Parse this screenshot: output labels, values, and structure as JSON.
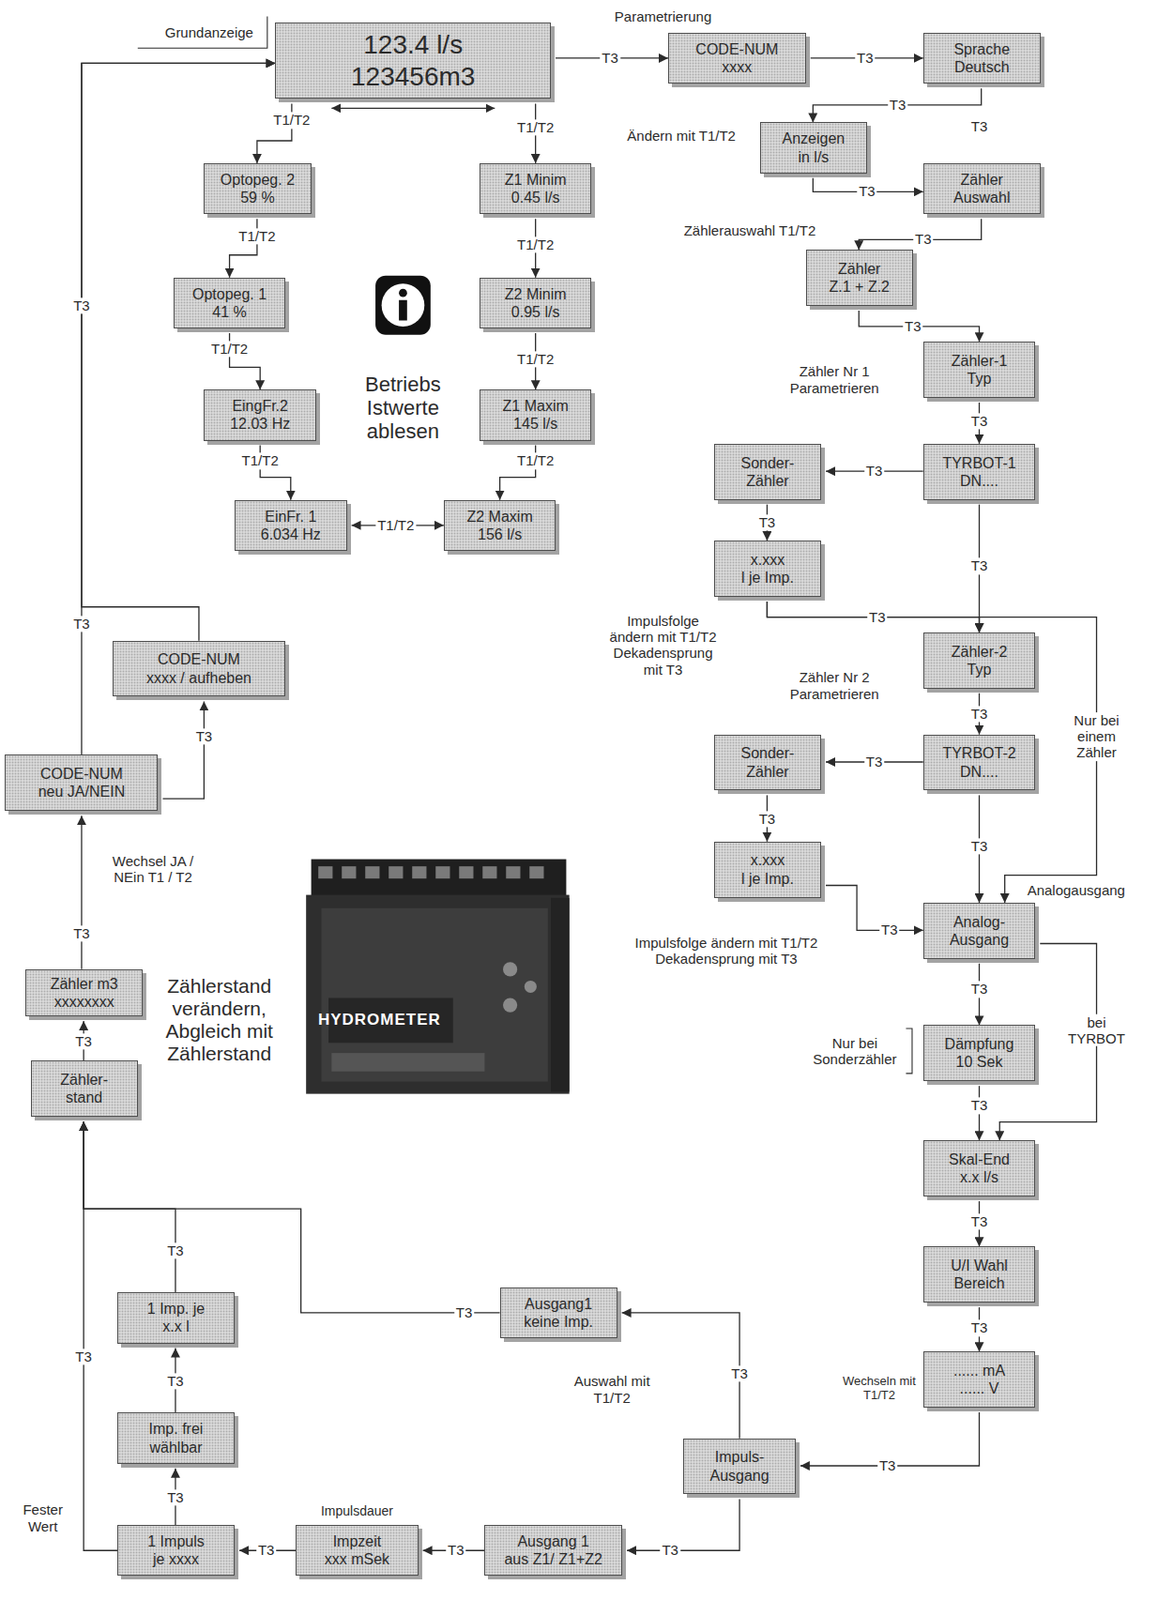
{
  "diagram": {
    "nodes": [
      {
        "text": [
          "123.4 l/s",
          "123456m3"
        ]
      },
      {
        "text": [
          "Optopeg. 2",
          "59 %"
        ]
      },
      {
        "text": [
          "Optopeg. 1",
          "41 %"
        ]
      },
      {
        "text": [
          "EingFr.2",
          "12.03 Hz"
        ]
      },
      {
        "text": [
          "EinFr. 1",
          "6.034 Hz"
        ]
      },
      {
        "text": [
          "Z1 Minim",
          "0.45 l/s"
        ]
      },
      {
        "text": [
          "Z2 Minim",
          "0.95 l/s"
        ]
      },
      {
        "text": [
          "Z1 Maxim",
          "145 l/s"
        ]
      },
      {
        "text": [
          "Z2 Maxim",
          "156 l/s"
        ]
      },
      {
        "text": [
          "CODE-NUM",
          "xxxx"
        ]
      },
      {
        "text": [
          "Sprache",
          "Deutsch"
        ]
      },
      {
        "text": [
          "Anzeigen",
          "in l/s"
        ]
      },
      {
        "text": [
          "Zähler",
          "Auswahl"
        ]
      },
      {
        "text": [
          "Zähler",
          "Z.1 + Z.2"
        ]
      },
      {
        "text": [
          "Zähler-1",
          "Typ"
        ]
      },
      {
        "text": [
          "TYRBOT-1",
          "DN...."
        ]
      },
      {
        "text": [
          "Sonder-",
          "Zähler"
        ]
      },
      {
        "text": [
          "x.xxx",
          "l je Imp."
        ]
      },
      {
        "text": [
          "Zähler-2",
          "Typ"
        ]
      },
      {
        "text": [
          "TYRBOT-2",
          "DN...."
        ]
      },
      {
        "text": [
          "Sonder-",
          "Zähler"
        ]
      },
      {
        "text": [
          "x.xxx",
          "l je Imp."
        ]
      },
      {
        "text": [
          "Analog-",
          "Ausgang"
        ]
      },
      {
        "text": [
          "Dämpfung",
          "10 Sek"
        ]
      },
      {
        "text": [
          "Skal-End",
          "x.x l/s"
        ]
      },
      {
        "text": [
          "U/I Wahl",
          "Bereich"
        ]
      },
      {
        "text": [
          "...... mA",
          "...... V"
        ]
      },
      {
        "text": [
          "Impuls-",
          "Ausgang"
        ]
      },
      {
        "text": [
          "Ausgang1",
          "keine Imp."
        ]
      },
      {
        "text": [
          "Ausgang 1",
          "aus Z1/ Z1+Z2"
        ]
      },
      {
        "text": [
          "Impzeit",
          "xxx mSek"
        ]
      },
      {
        "text": [
          "1 Impuls",
          "je xxxx"
        ]
      },
      {
        "text": [
          "Imp. frei",
          "wählbar"
        ]
      },
      {
        "text": [
          "1 Imp. je",
          "x.x l"
        ]
      },
      {
        "text": [
          "Zähler-",
          "stand"
        ]
      },
      {
        "text": [
          "Zähler m3",
          "xxxxxxxx"
        ]
      },
      {
        "text": [
          "CODE-NUM",
          "neu JA/NEIN"
        ]
      },
      {
        "text": [
          "CODE-NUM",
          "xxxx / aufheben"
        ]
      }
    ],
    "edges": [
      {
        "from": 0,
        "to": 1,
        "label": "T1/T2",
        "arrow": "to"
      },
      {
        "from": 0,
        "to": 5,
        "label": "T1/T2",
        "arrow": "to"
      },
      {
        "from": 1,
        "to": 2,
        "label": "T1/T2",
        "arrow": "to"
      },
      {
        "from": 2,
        "to": 3,
        "label": "T1/T2",
        "arrow": "to"
      },
      {
        "from": 3,
        "to": 4,
        "label": "T1/T2",
        "arrow": "to"
      },
      {
        "from": 5,
        "to": 6,
        "label": "T1/T2",
        "arrow": "to"
      },
      {
        "from": 6,
        "to": 7,
        "label": "T1/T2",
        "arrow": "to"
      },
      {
        "from": 7,
        "to": 8,
        "label": "T1/T2",
        "arrow": "to"
      },
      {
        "from": 4,
        "to": 8,
        "label": "T1/T2",
        "arrow": "both"
      },
      {
        "from": 0,
        "to": 9,
        "label": "T3",
        "arrow": "to"
      },
      {
        "from": 9,
        "to": 10,
        "label": "T3",
        "arrow": "to"
      },
      {
        "from": 10,
        "to": 11,
        "label": "T3",
        "arrow": "to"
      },
      {
        "from": 11,
        "to": 12,
        "label": "T3",
        "arrow": "to"
      },
      {
        "from": 12,
        "to": 13,
        "label": "T3",
        "arrow": "to"
      },
      {
        "from": 13,
        "to": 14,
        "label": "T3",
        "arrow": "to"
      },
      {
        "from": 14,
        "to": 15,
        "label": "T3",
        "arrow": "to"
      },
      {
        "from": 15,
        "to": 16,
        "label": "T3",
        "arrow": "to"
      },
      {
        "from": 16,
        "to": 17,
        "label": "T3",
        "arrow": "to"
      },
      {
        "from": 17,
        "to": 18,
        "label": "T3",
        "arrow": "to"
      },
      {
        "from": 15,
        "to": 18,
        "label": "T3",
        "arrow": "to"
      },
      {
        "from": 17,
        "to": 22,
        "label": "Nur bei einem Zähler",
        "arrow": "to"
      },
      {
        "from": 18,
        "to": 19,
        "label": "T3",
        "arrow": "to"
      },
      {
        "from": 19,
        "to": 20,
        "label": "T3",
        "arrow": "to"
      },
      {
        "from": 20,
        "to": 21,
        "label": "T3",
        "arrow": "to"
      },
      {
        "from": 21,
        "to": 22,
        "label": "T3",
        "arrow": "to"
      },
      {
        "from": 19,
        "to": 22,
        "label": "T3",
        "arrow": "to"
      },
      {
        "from": 22,
        "to": 23,
        "label": "T3",
        "arrow": "to"
      },
      {
        "from": 22,
        "to": 24,
        "label": "bei TYRBOT",
        "arrow": "to"
      },
      {
        "from": 23,
        "to": 24,
        "label": "T3",
        "arrow": "to"
      },
      {
        "from": 24,
        "to": 25,
        "label": "T3",
        "arrow": "to"
      },
      {
        "from": 25,
        "to": 26,
        "label": "T3",
        "arrow": "to"
      },
      {
        "from": 26,
        "to": 27,
        "label": "T3",
        "arrow": "to"
      },
      {
        "from": 27,
        "to": 28,
        "label": "T3",
        "arrow": "to"
      },
      {
        "from": 27,
        "to": 29,
        "label": "T3",
        "arrow": "to"
      },
      {
        "from": 28,
        "to": 34,
        "label": "T3",
        "arrow": "to"
      },
      {
        "from": 29,
        "to": 30,
        "label": "T3",
        "arrow": "to"
      },
      {
        "from": 30,
        "to": 31,
        "label": "T3",
        "arrow": "to"
      },
      {
        "from": 31,
        "to": 32,
        "label": "T3",
        "arrow": "to"
      },
      {
        "from": 32,
        "to": 33,
        "label": "T3",
        "arrow": "to"
      },
      {
        "from": 33,
        "to": 34,
        "label": "T3",
        "arrow": "to"
      },
      {
        "from": 31,
        "to": 34,
        "label": "T3",
        "arrow": "to"
      },
      {
        "from": 34,
        "to": 35,
        "label": "T3",
        "arrow": "to"
      },
      {
        "from": 35,
        "to": 36,
        "label": "T3",
        "arrow": "to"
      },
      {
        "from": 36,
        "to": 37,
        "label": "T3",
        "arrow": "to"
      },
      {
        "from": 36,
        "to": 0,
        "label": "T3",
        "arrow": "to"
      },
      {
        "from": 37,
        "to": 0,
        "label": "T3",
        "arrow": "to"
      }
    ],
    "labels": [
      "Grundanzeige",
      "Parametrierung",
      "Ändern mit T1/T2",
      "T3",
      "Zählerauswahl T1/T2",
      "Zähler Nr 1 Parametrieren",
      "Impulsfolge ändern mit T1/T2 Dekadensprung mit T3",
      "Zähler Nr 2 Parametrieren",
      "Analogausgang",
      "Impulsfolge ändern mit T1/T2 Dekadensprung mit T3",
      "Nur bei Sonderzähler",
      "Wechseln mit T1/T2",
      "Auswahl mit T1/T2",
      "Impulsdauer",
      "Fester Wert",
      "Zählerstand verändern, Abgleich mit Zählerstand",
      "Wechsel JA / NEin T1 / T2",
      "Betriebs Istwerte ablesen",
      "HYDROMETER"
    ]
  }
}
